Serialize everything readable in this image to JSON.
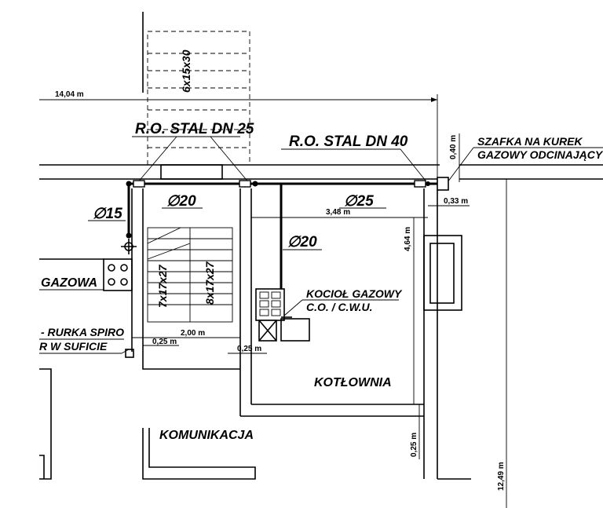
{
  "labels": {
    "stal_dn25": "R.O. STAL DN 25",
    "stal_dn40": "R.O. STAL DN 40",
    "szafka_line1": "SZAFKA NA KUREK",
    "szafka_line2": "GAZOWY ODCINAJĄCY",
    "dia20_top": "∅20",
    "dia25": "∅25",
    "dia15": "∅15",
    "dia20_vertical": "∅20",
    "kociol_line1": "KOCIOŁ GAZOWY",
    "kociol_line2": "C.O. / C.W.U.",
    "gazowa": "GAZOWA",
    "rurka_line1": "- RURKA SPIRO",
    "rurka_line2": "R W SUFICIE",
    "kotlownia": "KOTŁOWNIA",
    "komunikacja": "KOMUNIKACJA",
    "stairs_top": "6x15x30",
    "stairs_left": "7x17x27",
    "stairs_right": "8x17x27"
  },
  "dimensions": {
    "d_14_04": "14,04 m",
    "d_0_40": "0,40 m",
    "d_0_33": "0,33 m",
    "d_3_48": "3,48 m",
    "d_4_64": "4,64 m",
    "d_2_00": "2,00 m",
    "d_0_25_a": "0,25 m",
    "d_0_25_b": "0,25 m",
    "d_0_25_c": "0,25 m",
    "d_12_49": "12,49 m"
  }
}
